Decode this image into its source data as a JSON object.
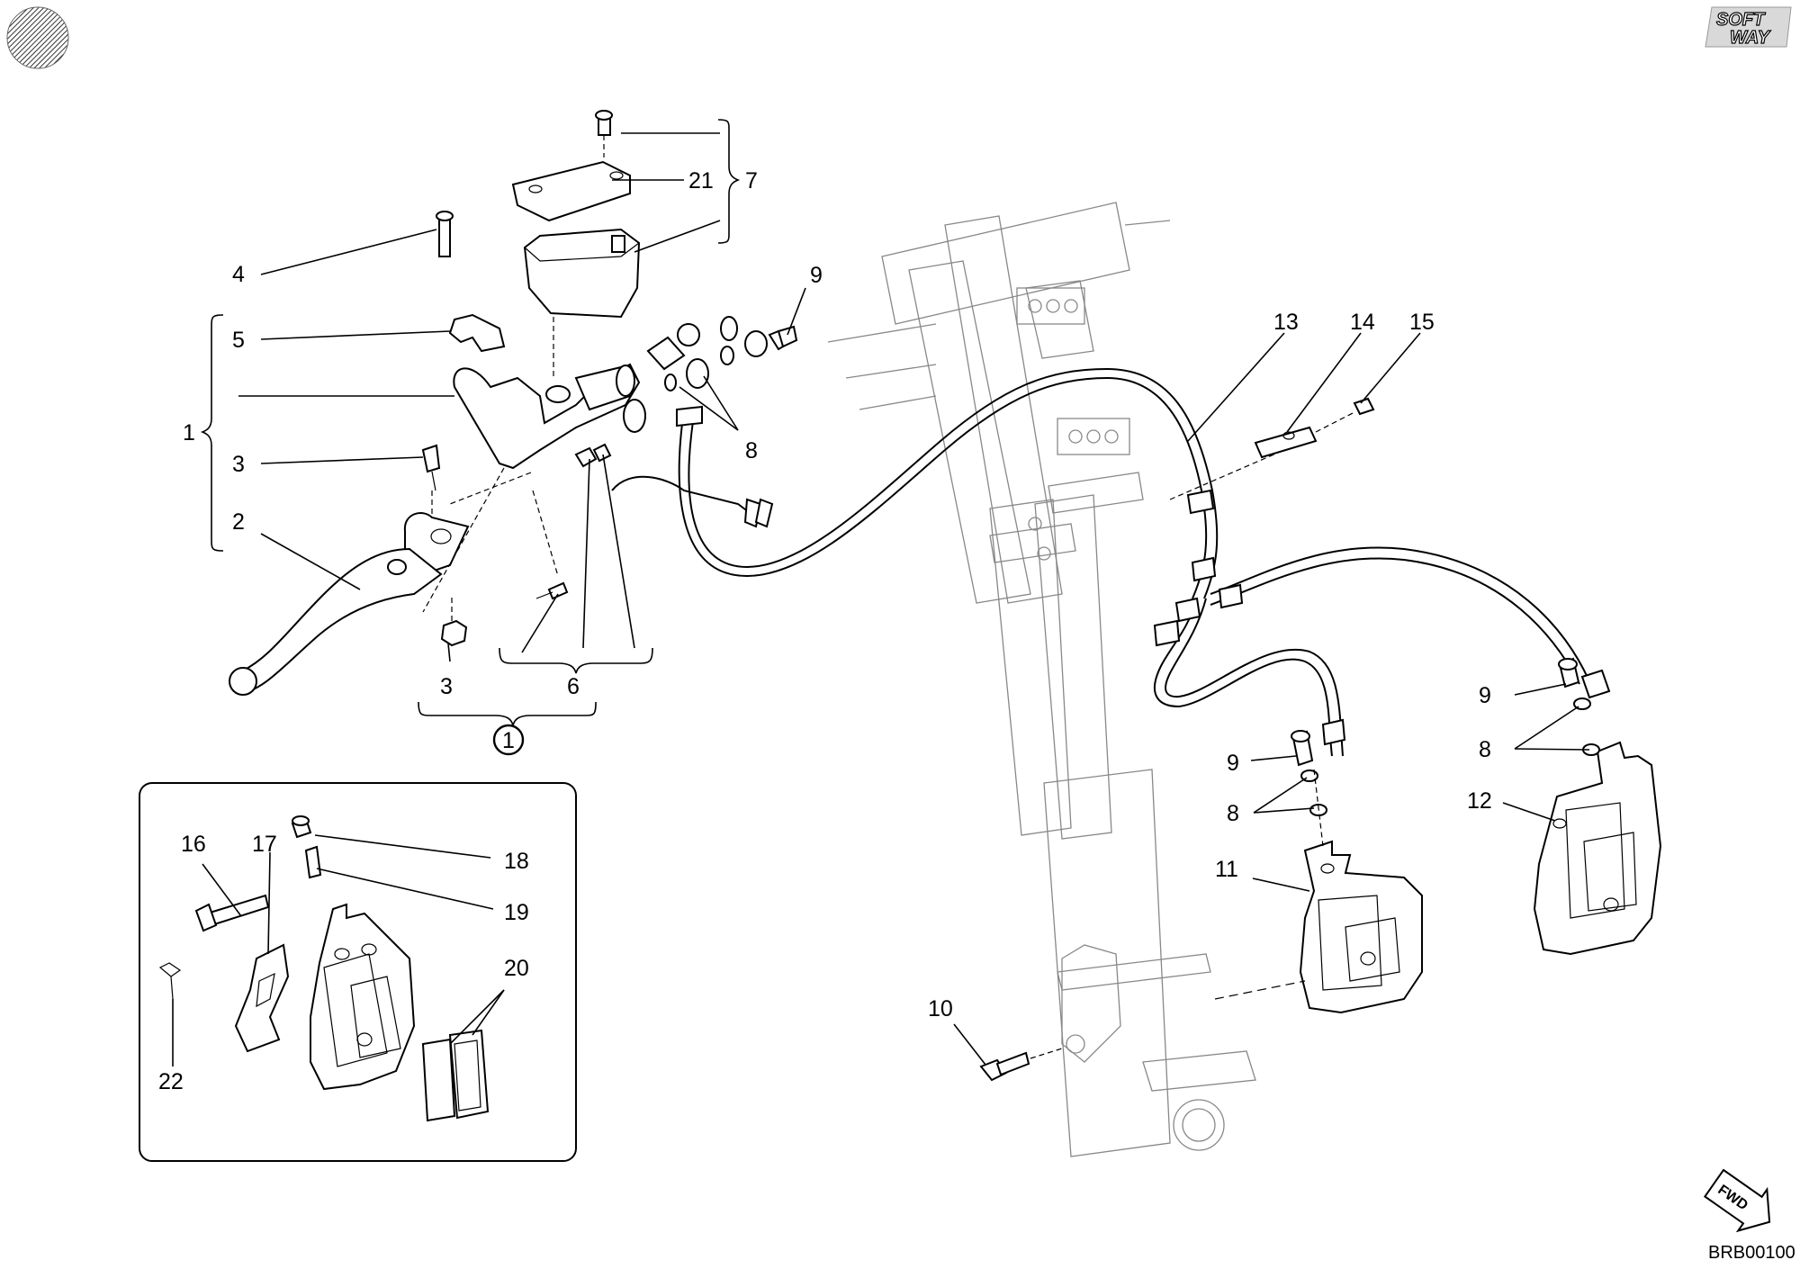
{
  "diagram": {
    "code": "BRB00100",
    "logo": [
      "SOFT",
      "WAY"
    ],
    "fwd_label": "FWD",
    "callouts": {
      "c1": "1",
      "c1_circled": "1",
      "c2": "2",
      "c3a": "3",
      "c3b": "3",
      "c4": "4",
      "c5": "5",
      "c6": "6",
      "c7": "7",
      "c8a": "8",
      "c8b": "8",
      "c8c": "8",
      "c9a": "9",
      "c9b": "9",
      "c9c": "9",
      "c10": "10",
      "c11": "11",
      "c12": "12",
      "c13": "13",
      "c14": "14",
      "c15": "15",
      "c16": "16",
      "c17": "17",
      "c18": "18",
      "c19": "19",
      "c20": "20",
      "c21": "21",
      "c22": "22"
    }
  }
}
